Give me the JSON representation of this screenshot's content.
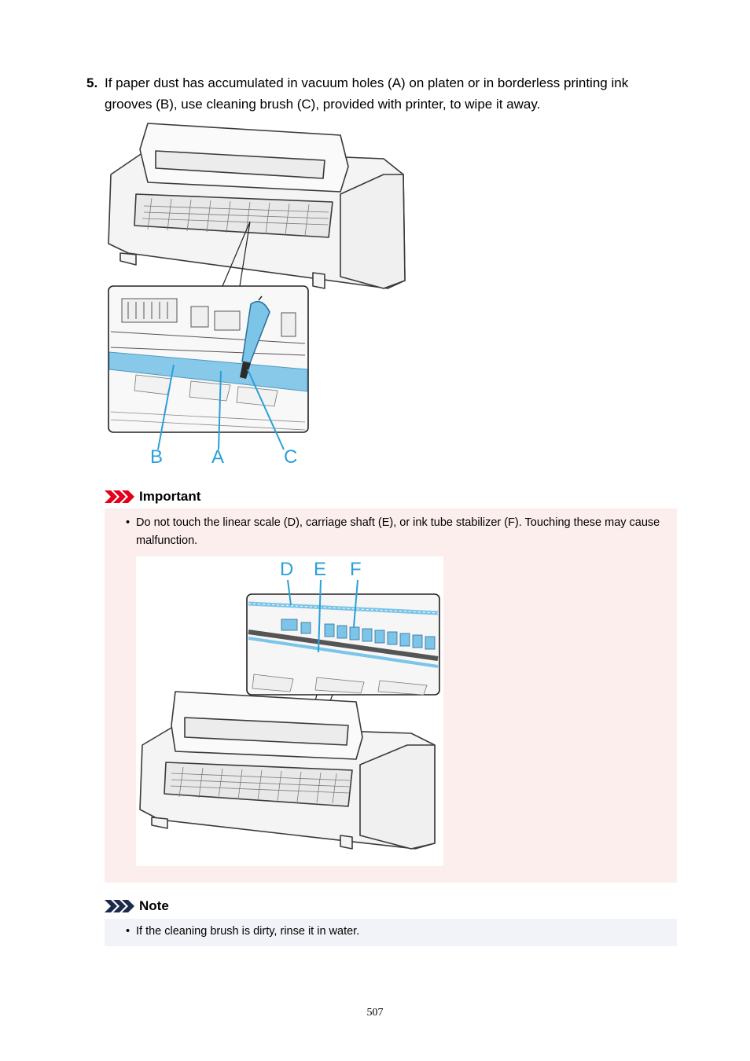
{
  "step": {
    "number": "5.",
    "text": "If paper dust has accumulated in vacuum holes (A) on platen or in borderless printing ink grooves (B), use cleaning brush (C), provided with printer, to wipe it away."
  },
  "figure1": {
    "labels": {
      "b": "B",
      "a": "A",
      "c": "C"
    }
  },
  "important": {
    "heading": "Important",
    "bullet_symbol": "•",
    "bullet": "Do not touch the linear scale (D), carriage shaft (E), or ink tube stabilizer (F). Touching these may cause malfunction."
  },
  "figure2": {
    "labels": {
      "d": "D",
      "e": "E",
      "f": "F"
    }
  },
  "note": {
    "heading": "Note",
    "bullet_symbol": "•",
    "bullet": "If the cleaning brush is dirty, rinse it in water."
  },
  "page_number": "507",
  "colors": {
    "important_chevron": "#e3001b",
    "note_chevron": "#1d2a4a",
    "important_bg": "#fdeeee",
    "note_bg": "#f1f3f8",
    "callout_label": "#2aa0d8",
    "highlight": "#7cc4e8"
  }
}
